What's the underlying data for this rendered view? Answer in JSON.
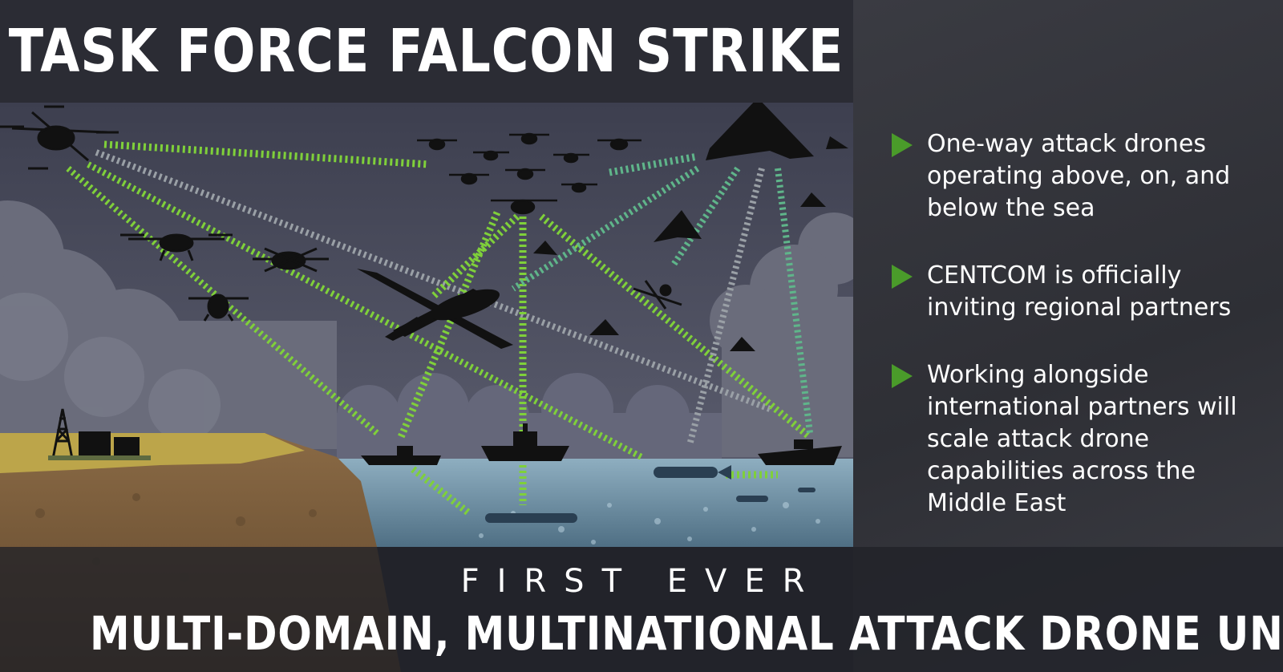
{
  "title": "TASK FORCE FALCON STRIKE",
  "bullets": [
    {
      "text": "One-way attack drones operating above, on, and below the sea"
    },
    {
      "text": "CENTCOM is officially inviting regional partners"
    },
    {
      "text": "Working alongside international partners will scale attack drone capabilities across the Middle East"
    }
  ],
  "footer": {
    "kicker": "FIRST EVER",
    "headline": "MULTI-DOMAIN, MULTINATIONAL ATTACK DRONE UNIT"
  },
  "colors": {
    "accent_green": "#4a9b2a",
    "link_green": "#7fd03a",
    "link_teal": "#5fb58a",
    "link_gray": "#9aa0a6",
    "sky": "#4b4d5e",
    "sea": "#7d9db1",
    "land": "#8a6a45",
    "panel": "#33343b"
  },
  "icons": [
    "triangle-bullet-icon",
    "quadcopter-drone-icon",
    "delta-wing-drone-icon",
    "reaper-drone-icon",
    "surface-vessel-icon",
    "underwater-drone-icon",
    "oil-derrick-icon"
  ]
}
